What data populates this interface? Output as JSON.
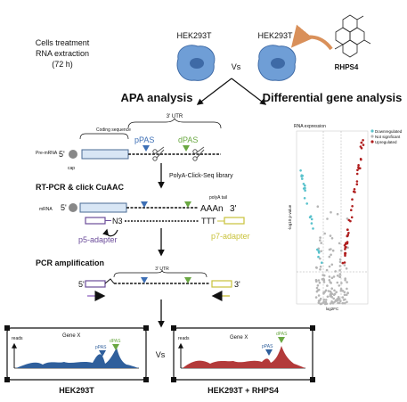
{
  "header": {
    "treatment_line1": "Cells treatment",
    "treatment_line2": "RNA extraction",
    "treatment_line3": "(72 h)",
    "cell_left": "HEK293T",
    "cell_right": "HEK293T",
    "vs": "Vs",
    "drug": "RHPS4"
  },
  "sections": {
    "apa_title": "APA analysis",
    "dge_title": "Differential gene analysis"
  },
  "gene_model": {
    "pre_mrna": "Pre-mRNA",
    "five_prime": "5'",
    "cap": "cap",
    "coding_sequence": "Coding sequence",
    "utr": "3' UTR",
    "ppas": "pPAS",
    "dpas": "dPAS",
    "library": "PolyA-Click-Seq library"
  },
  "rtpcr": {
    "title": "RT-PCR & click CuAAC",
    "mrna": "mRNA",
    "polya_tail": "polyA tail",
    "five_prime": "5'",
    "three_prime": "3'",
    "aaa": "AAAn",
    "n3": "N3",
    "ttt": "TTT",
    "p5": "p5-adapter",
    "p7": "p7-adapter"
  },
  "pcr": {
    "title": "PCR amplification",
    "five_prime": "5'",
    "three_prime": "3'",
    "utr": "3' UTR"
  },
  "volcano": {
    "title": "RNA expression",
    "legend": [
      "Downregulated",
      "Not significant",
      "Upregulated"
    ],
    "xlabel": "log2FC",
    "ylabel": "-log10 p-value",
    "colors": {
      "down": "#59c2cc",
      "ns": "#b5b5b5",
      "up": "#b01e1e"
    }
  },
  "tracks": {
    "left": {
      "ylabel": "reads",
      "gene": "Gene X",
      "ppas": "pPAS",
      "dpas": "dPAS",
      "caption": "HEK293T",
      "color": "#2f5f9c"
    },
    "vs": "Vs",
    "right": {
      "ylabel": "reads",
      "gene": "Gene X",
      "ppas": "pPAS",
      "dpas": "dPAS",
      "caption": "HEK293T + RHPS4",
      "color": "#b33a3a"
    }
  },
  "colors": {
    "cell": "#6f9ed6",
    "blue_marker": "#3d6fb5",
    "green_marker": "#6aa842",
    "p5": "#6b4c9a",
    "p7": "#c9c23a",
    "arrow_orange": "#d9905a"
  }
}
